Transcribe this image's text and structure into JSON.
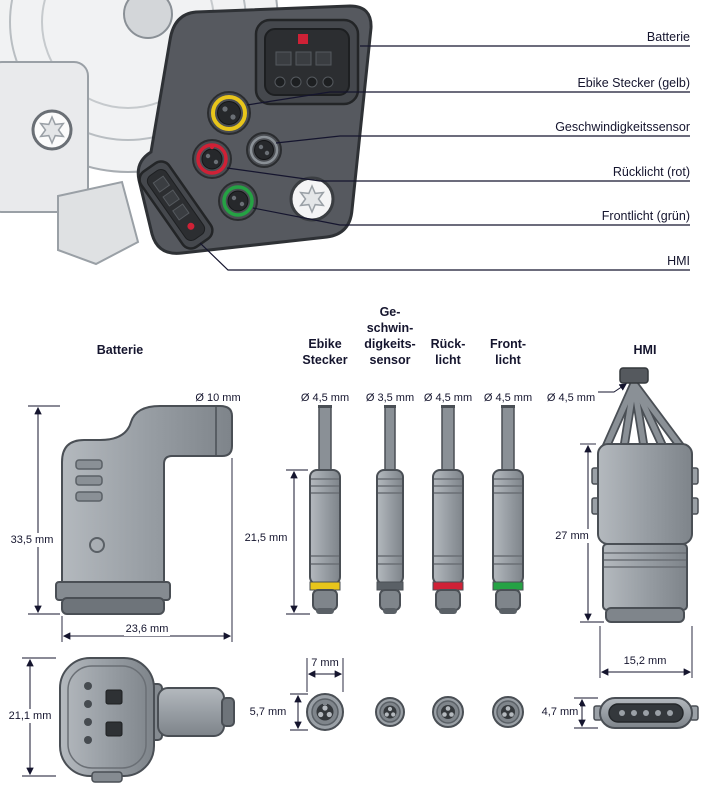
{
  "colors": {
    "yellow": "#e8c51b",
    "red": "#cf2136",
    "green": "#25a244",
    "text": "#15152e"
  },
  "callouts": [
    {
      "label": "Batterie"
    },
    {
      "label": "Ebike Stecker (gelb)"
    },
    {
      "label": "Geschwindigkeitssensor"
    },
    {
      "label": "Rücklicht (rot)"
    },
    {
      "label": "Frontlicht (grün)"
    },
    {
      "label": "HMI"
    }
  ],
  "columns": {
    "batterie": "Batterie",
    "ebike": "Ebike\nStecker",
    "geschwindigkeitssensor": "Ge-\nschwin-\ndigkeits-\nsensor",
    "ruecklicht": "Rück-\nlicht",
    "frontlicht": "Front-\nlicht",
    "hmi": "HMI"
  },
  "dimensions": {
    "batterie_cable_diameter": "Ø 10 mm",
    "ebike_cable_diameter": "Ø 4,5 mm",
    "geschwindigkeitssensor_cable_diameter": "Ø 3,5 mm",
    "ruecklicht_cable_diameter": "Ø 4,5 mm",
    "frontlicht_cable_diameter": "Ø 4,5 mm",
    "hmi_cable_diameter": "Ø 4,5 mm",
    "batterie_height": "33,5 mm",
    "small_connector_height": "21,5 mm",
    "hmi_height": "27 mm",
    "batterie_width": "23,6 mm",
    "small_connector_width": "7 mm",
    "hmi_width": "15,2 mm",
    "batterie_plug_height": "21,1 mm",
    "small_plug_height": "5,7 mm",
    "hmi_plug_height": "4,7 mm"
  }
}
